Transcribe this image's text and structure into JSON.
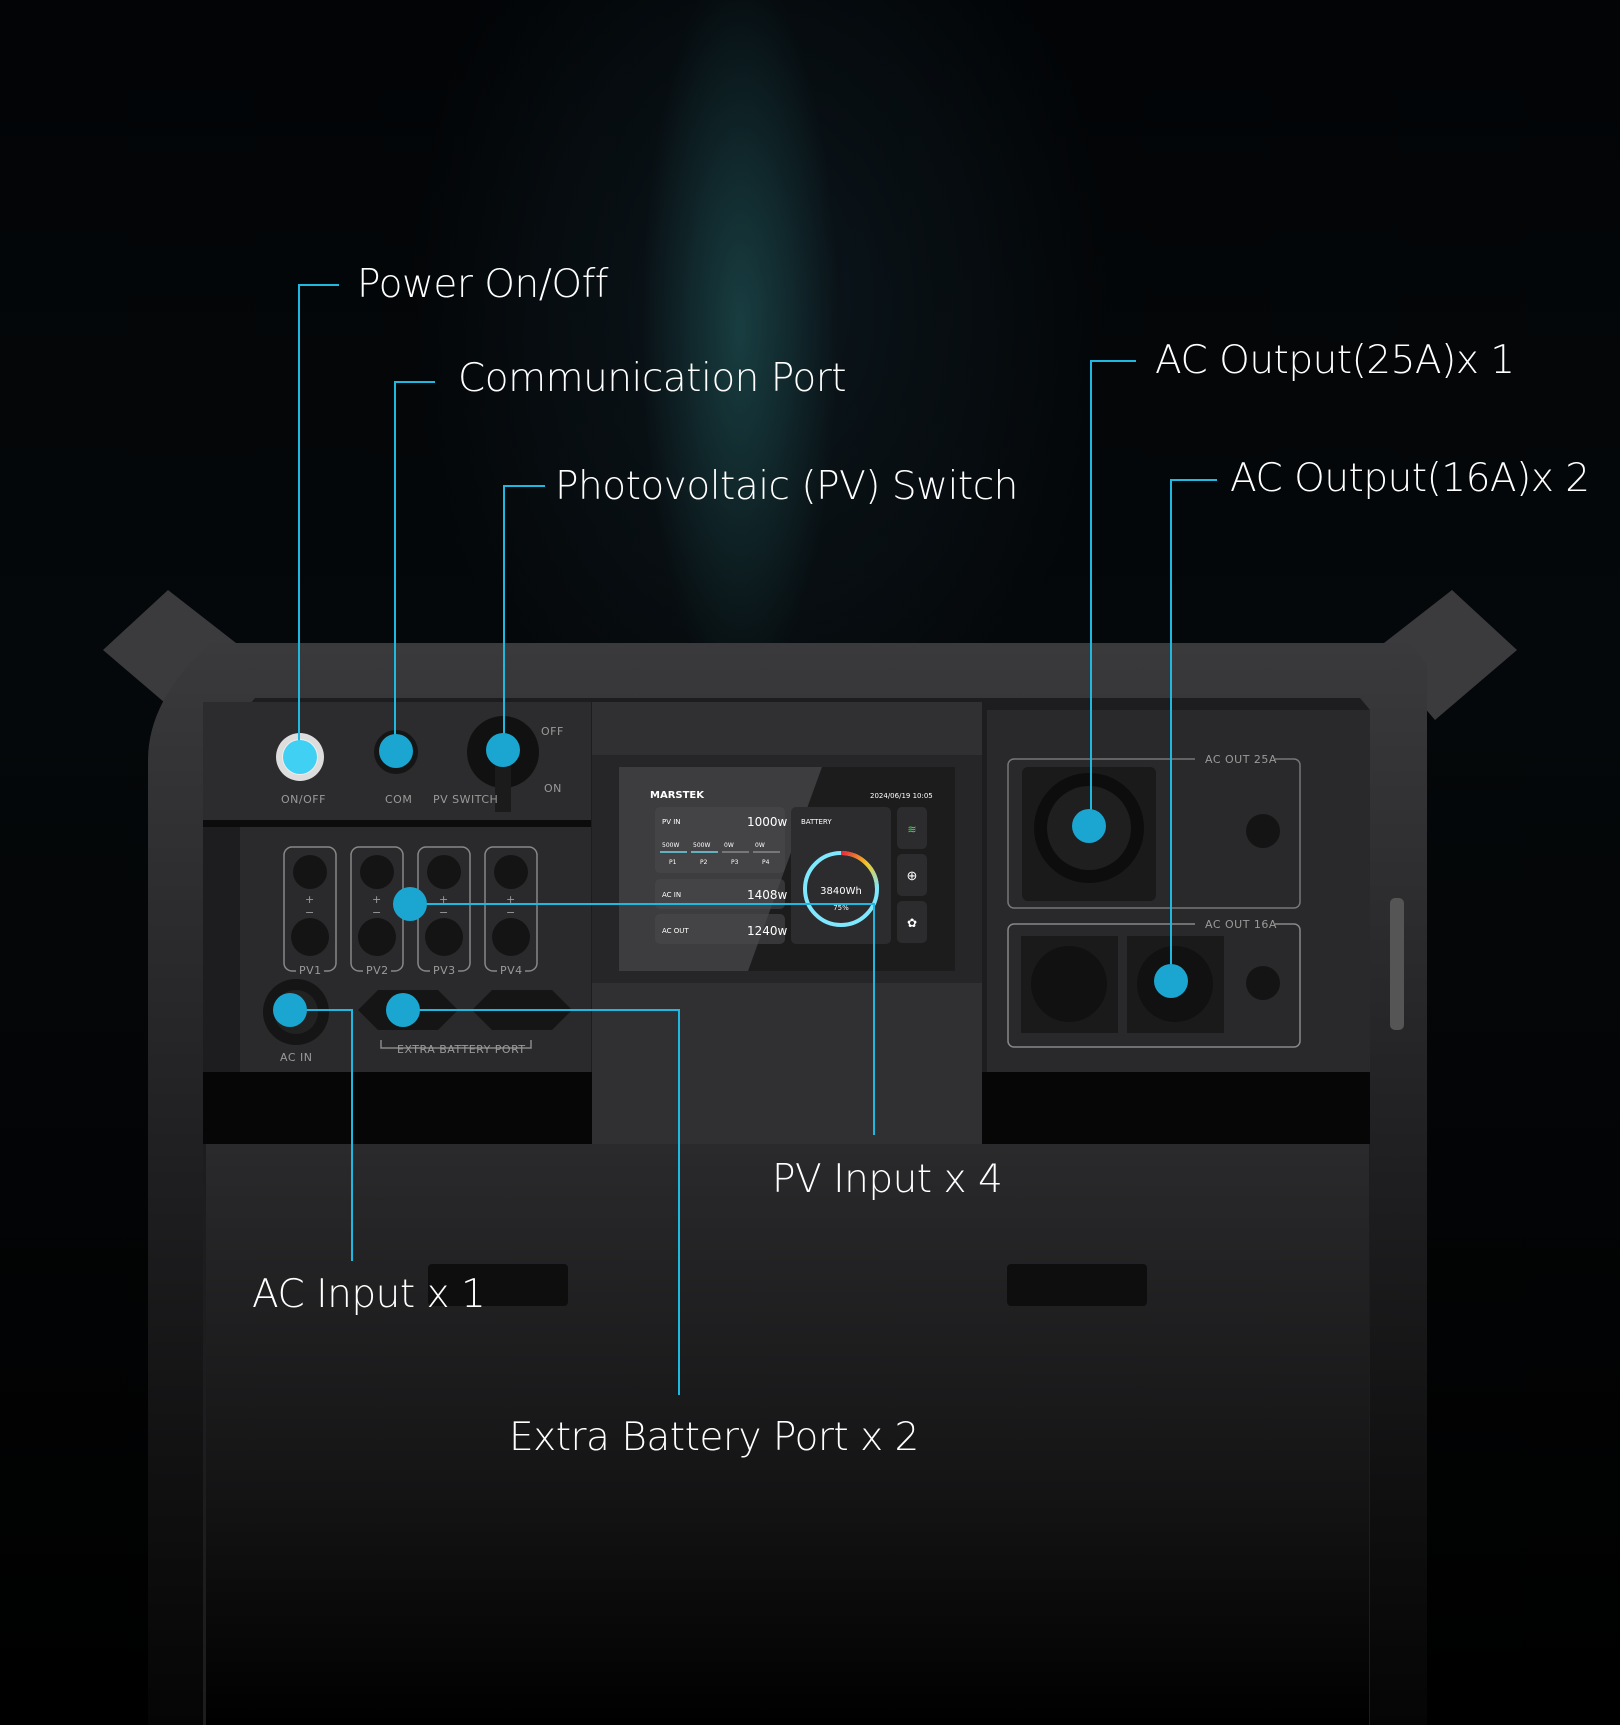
{
  "callouts": {
    "power": "Power On/Off",
    "com": "Communication Port",
    "pv_switch": "Photovoltaic (PV) Switch",
    "ac_out_25": "AC Output(25A)x 1",
    "ac_out_16": "AC Output(16A)x 2",
    "pv_input": "PV Input x 4",
    "ac_input": "AC Input x 1",
    "extra_battery": "Extra Battery Port x 2"
  },
  "panel_labels": {
    "on_off": "ON/OFF",
    "com": "COM",
    "pv_switch": "PV SWITCH",
    "off": "OFF",
    "on": "ON",
    "pv": [
      "PV1",
      "PV2",
      "PV3",
      "PV4"
    ],
    "plus": "+",
    "minus": "−",
    "ac_in": "AC IN",
    "extra_battery_port": "EXTRA BATTERY PORT",
    "ac_out_25a": "AC OUT 25A",
    "ac_out_16a": "AC OUT 16A"
  },
  "screen": {
    "brand": "MARSTEK",
    "datetime": "2024/06/19 10:05",
    "pv_in_label": "PV IN",
    "pv_in_value": "1000w",
    "pv_channels": [
      {
        "value": "500W",
        "label": "P1"
      },
      {
        "value": "500W",
        "label": "P2"
      },
      {
        "value": "0W",
        "label": "P3"
      },
      {
        "value": "0W",
        "label": "P4"
      }
    ],
    "ac_in_label": "AC IN",
    "ac_in_value": "1408w",
    "ac_out_label": "AC OUT",
    "ac_out_value": "1240w",
    "battery_label": "BATTERY",
    "battery_energy": "3840Wh",
    "battery_percent": "75%",
    "battery_level": 0.75
  },
  "colors": {
    "accent": "#1fb8e0",
    "dot": "#1aa6d0"
  }
}
